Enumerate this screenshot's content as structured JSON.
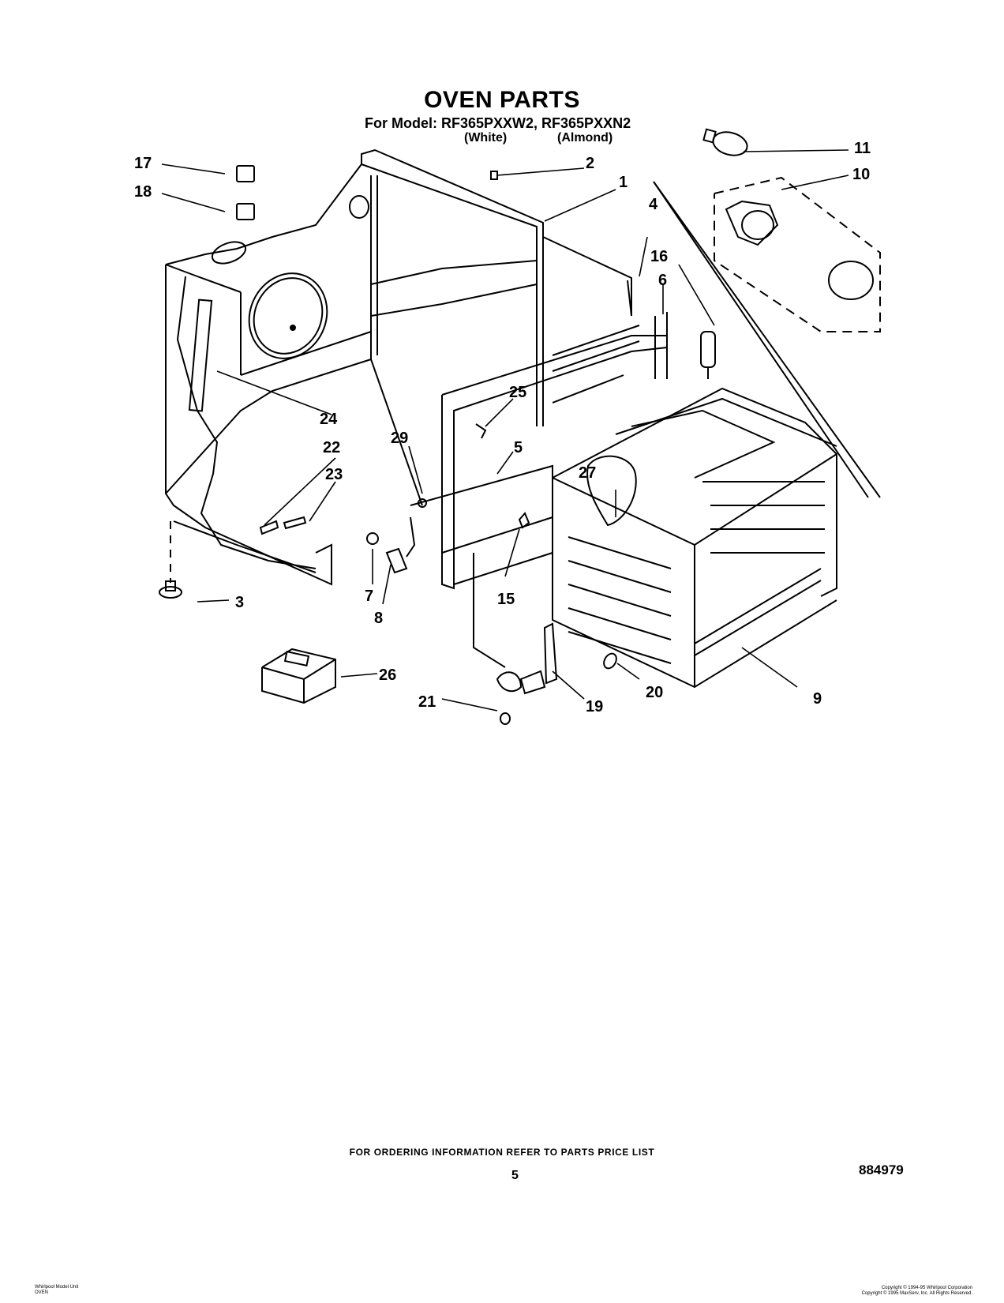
{
  "title": "OVEN PARTS",
  "model_line": "For Model: RF365PXXW2, RF365PXXN2",
  "color_white": "(White)",
  "color_almond": "(Almond)",
  "callouts": {
    "c1": "1",
    "c2": "2",
    "c3": "3",
    "c4": "4",
    "c5": "5",
    "c6": "6",
    "c7": "7",
    "c8": "8",
    "c9": "9",
    "c10": "10",
    "c11": "11",
    "c15": "15",
    "c16": "16",
    "c17": "17",
    "c18": "18",
    "c19": "19",
    "c20": "20",
    "c21": "21",
    "c22": "22",
    "c23": "23",
    "c24": "24",
    "c25": "25",
    "c26": "26",
    "c27": "27",
    "c29": "29"
  },
  "ordering_note": "FOR ORDERING INFORMATION REFER TO PARTS PRICE LIST",
  "page_number": "5",
  "document_number": "884979",
  "footer_left": [
    "Whirlpool Model Unit",
    "OVEN"
  ],
  "footer_right": [
    "Copyright © 1994-95 Whirlpool Corporation",
    "Copyright © 1995 MaxServ, Inc. All Rights Reserved."
  ]
}
